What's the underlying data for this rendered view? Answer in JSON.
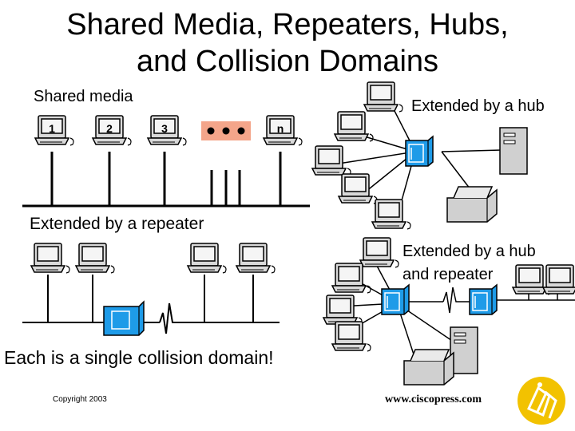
{
  "slide": {
    "title_line1": "Shared Media, Repeaters, Hubs,",
    "title_line2": "and Collision Domains",
    "copyright": "Copyright 2003",
    "website": "www.ciscopress.com",
    "summary": "Each is a single collision domain!"
  },
  "shared_media": {
    "label": "Shared media",
    "computers": [
      "1",
      "2",
      "3",
      "n"
    ]
  },
  "repeater_section": {
    "label": "Extended by a repeater"
  },
  "hub_section": {
    "label": "Extended by a hub"
  },
  "hub_repeater_section": {
    "label_line1": "Extended by a hub",
    "label_line2": "and repeater"
  },
  "colors": {
    "line": "#000000",
    "monitor_body": "#d9d9d9",
    "screen": "#f5f5f5",
    "hub": "#1e9be8",
    "ellipsis_bg": "#f4a58a",
    "logo": "#f2c200"
  },
  "icons": [
    "computer-icon",
    "hub-icon",
    "repeater-icon",
    "server-icon",
    "printer-icon",
    "ciscopress-logo"
  ]
}
